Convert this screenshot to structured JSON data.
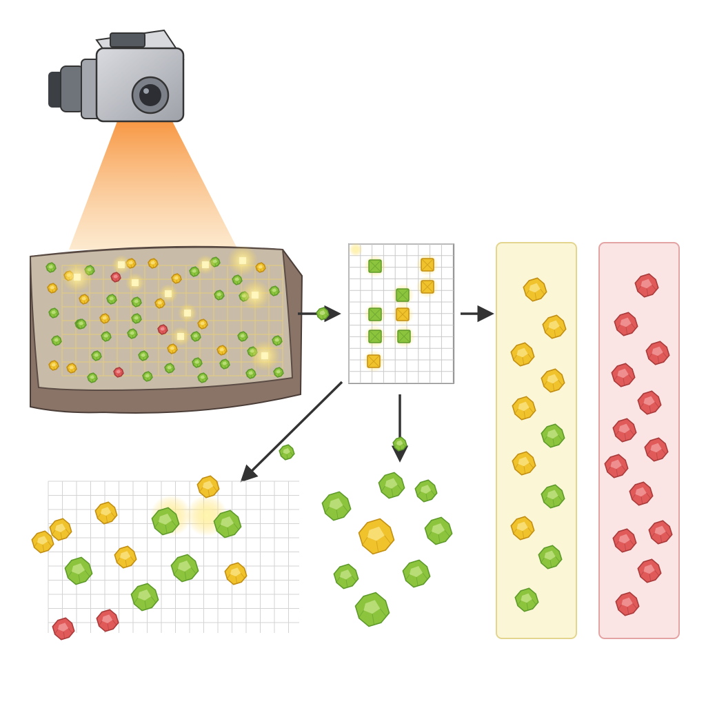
{
  "colors": {
    "background": "#ffffff",
    "gem_green": "#8cc43e",
    "gem_yellow": "#f0c22c",
    "gem_red": "#e05a5a",
    "beam": "#f7a24a",
    "bin_yellow_fill": "#fbf6d6",
    "bin_yellow_border": "#e3d58e",
    "bin_red_fill": "#fbe4e4",
    "bin_red_border": "#e4a3a3",
    "grid_line": "#cfcfcf",
    "arrow": "#333333",
    "soil": "#c8bca8",
    "soil_side": "#8a7468",
    "camera_body": "#b9bcc2"
  },
  "icons": {
    "camera": "camera-icon",
    "arrow": "arrow-icon",
    "gem": "gem-icon"
  },
  "stages": [
    {
      "id": "capture",
      "icon": "camera-icon"
    },
    {
      "id": "ore-sample"
    },
    {
      "id": "detection-grid"
    },
    {
      "id": "yellow-bin",
      "color": "yellow"
    },
    {
      "id": "red-bin",
      "color": "red"
    },
    {
      "id": "scatter-grid"
    },
    {
      "id": "green-cluster",
      "color": "green"
    }
  ]
}
